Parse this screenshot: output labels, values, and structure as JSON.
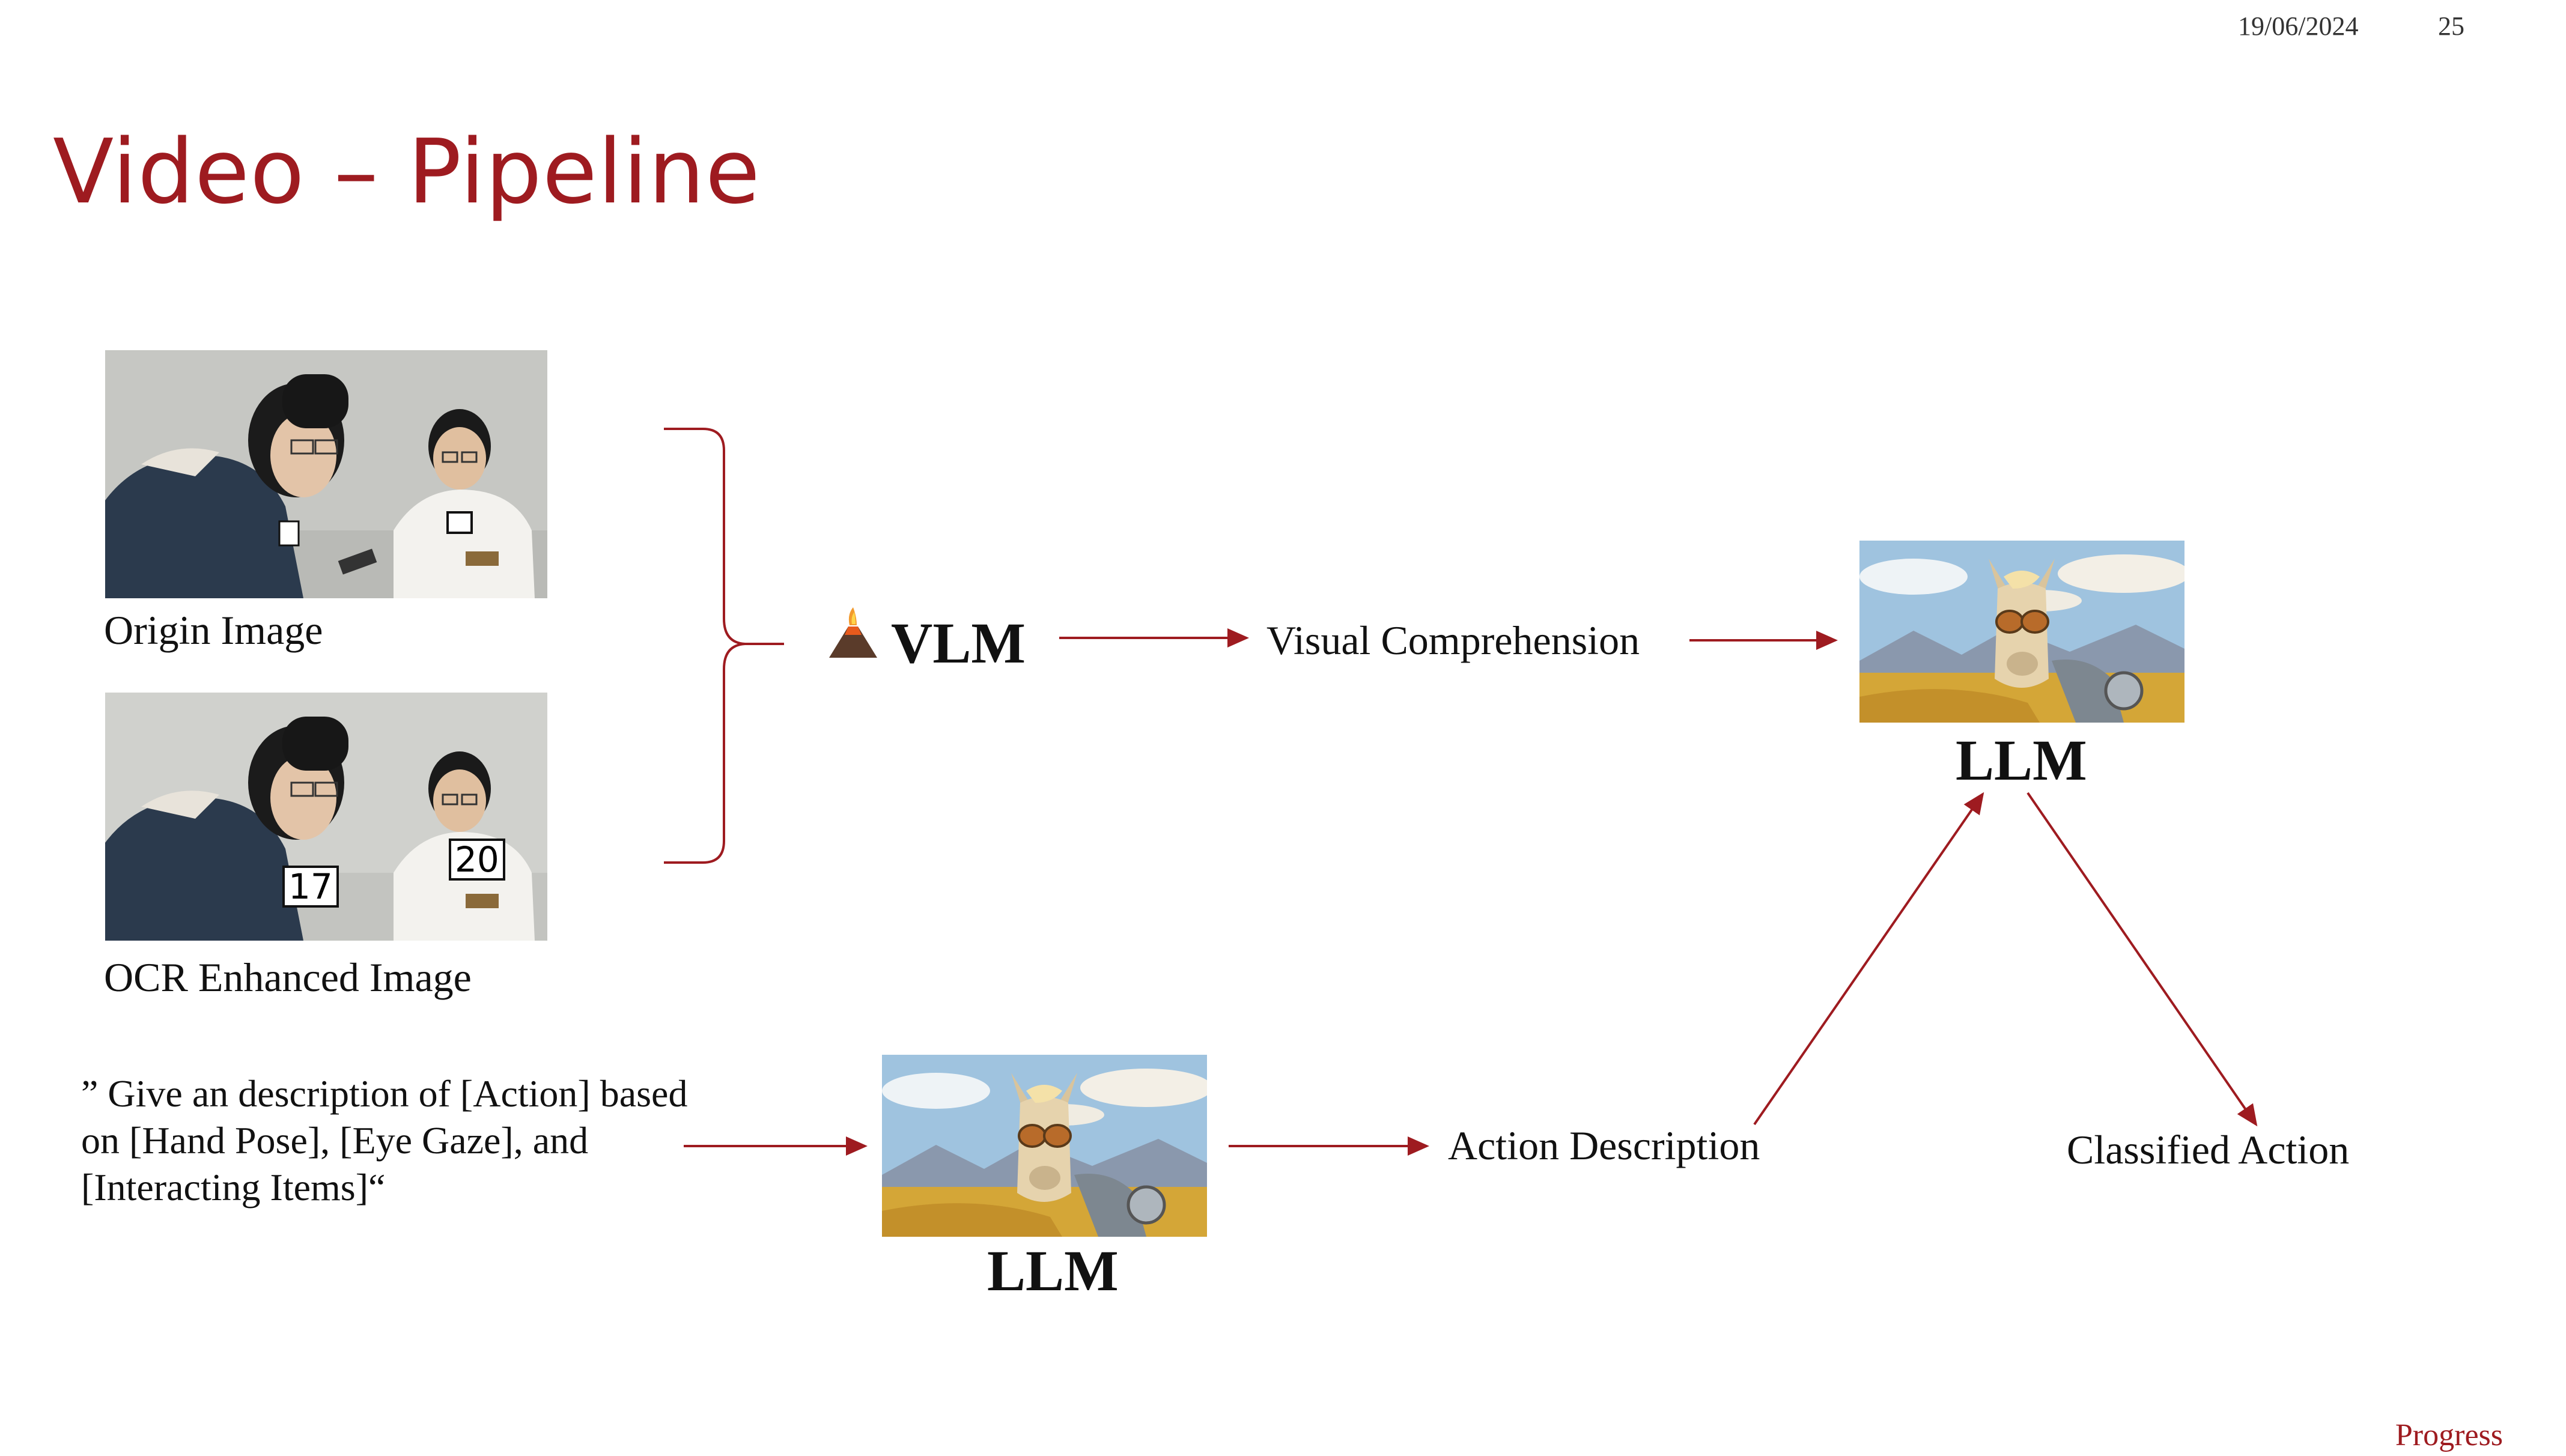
{
  "header": {
    "date": "19/06/2024",
    "page_number": "25"
  },
  "title": "Video – Pipeline",
  "inputs": {
    "origin_label": "Origin Image",
    "ocr_label": "OCR Enhanced Image",
    "ocr_tag_left": "17",
    "ocr_tag_right": "20"
  },
  "vlm": {
    "label": "VLM",
    "icon": "volcano-icon"
  },
  "flow": {
    "visual_comprehension": "Visual Comprehension",
    "action_description": "Action Description",
    "classified_action": "Classified Action",
    "llm_top_label": "LLM",
    "llm_bottom_label": "LLM"
  },
  "prompt": {
    "line1": "” Give an description of [Action] based",
    "line2": "on [Hand Pose], [Eye Gaze], and",
    "line3": "[Interacting Items]“"
  },
  "footer": {
    "section": "Progress"
  },
  "colors": {
    "accent": "#9e1b20",
    "text": "#111111"
  }
}
